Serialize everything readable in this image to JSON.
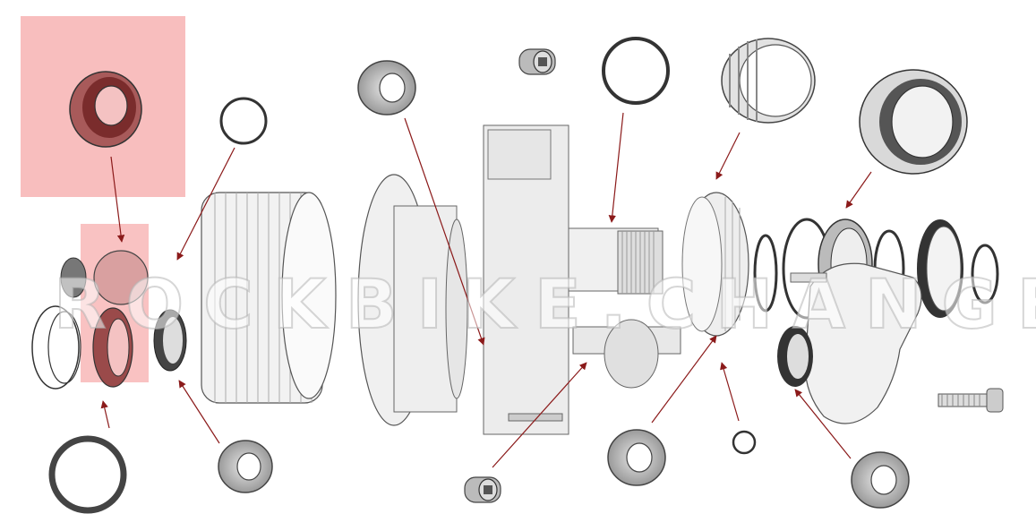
{
  "diagram": {
    "type": "exploded-view",
    "watermark_text": "ROCKBIKE.CHANGE",
    "highlight_color": "#f28b8b",
    "arrow_color": "#8b1a1a",
    "parts": [
      "highlighted-bearing",
      "o-ring",
      "bearing",
      "needle-bearing",
      "needle-roller-cage",
      "large-bearing",
      "seal-ring",
      "circlip",
      "bolt",
      "motor-stator",
      "rotor-housing",
      "gear-assembly",
      "ring-gear",
      "gearbox-housing"
    ]
  }
}
